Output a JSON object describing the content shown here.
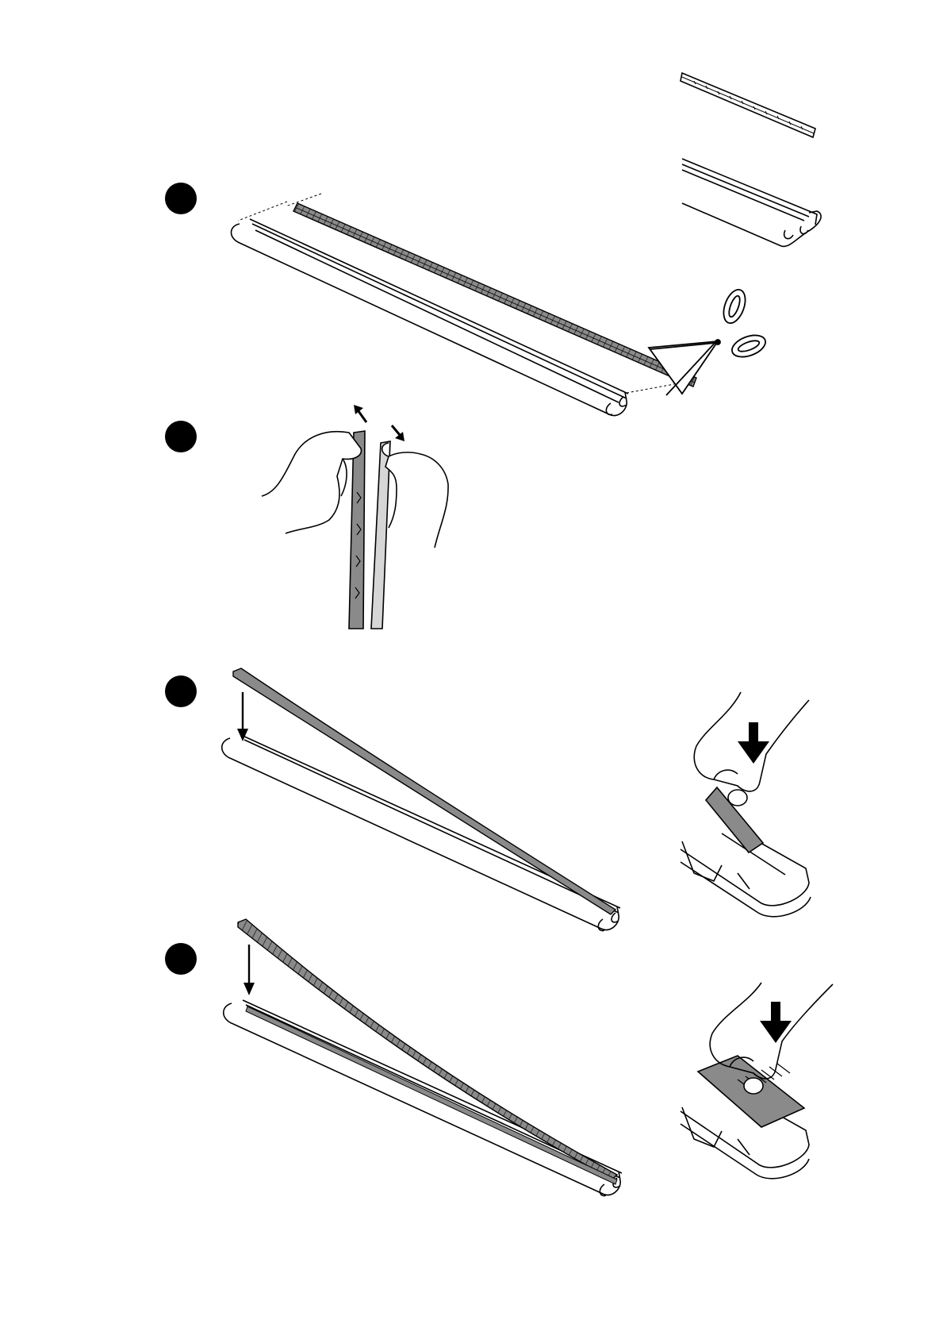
{
  "document": {
    "steps": [
      {
        "marker": "step-1",
        "illustration": "cut-strip-with-scissors-illustration"
      },
      {
        "marker": "step-2",
        "illustration": "separate-strip-by-hand-illustration"
      },
      {
        "marker": "step-3",
        "illustration": "press-rubber-strip-into-bar-illustration"
      },
      {
        "marker": "step-4",
        "illustration": "press-toothed-strip-into-bar-illustration"
      }
    ],
    "icons": [
      "scissors-icon",
      "hand-icon",
      "arrow-down-icon"
    ],
    "colors": {
      "line": "#000000",
      "strip_fill": "#8a8a8a",
      "light_fill": "#d6d6d6",
      "background": "#ffffff"
    }
  }
}
